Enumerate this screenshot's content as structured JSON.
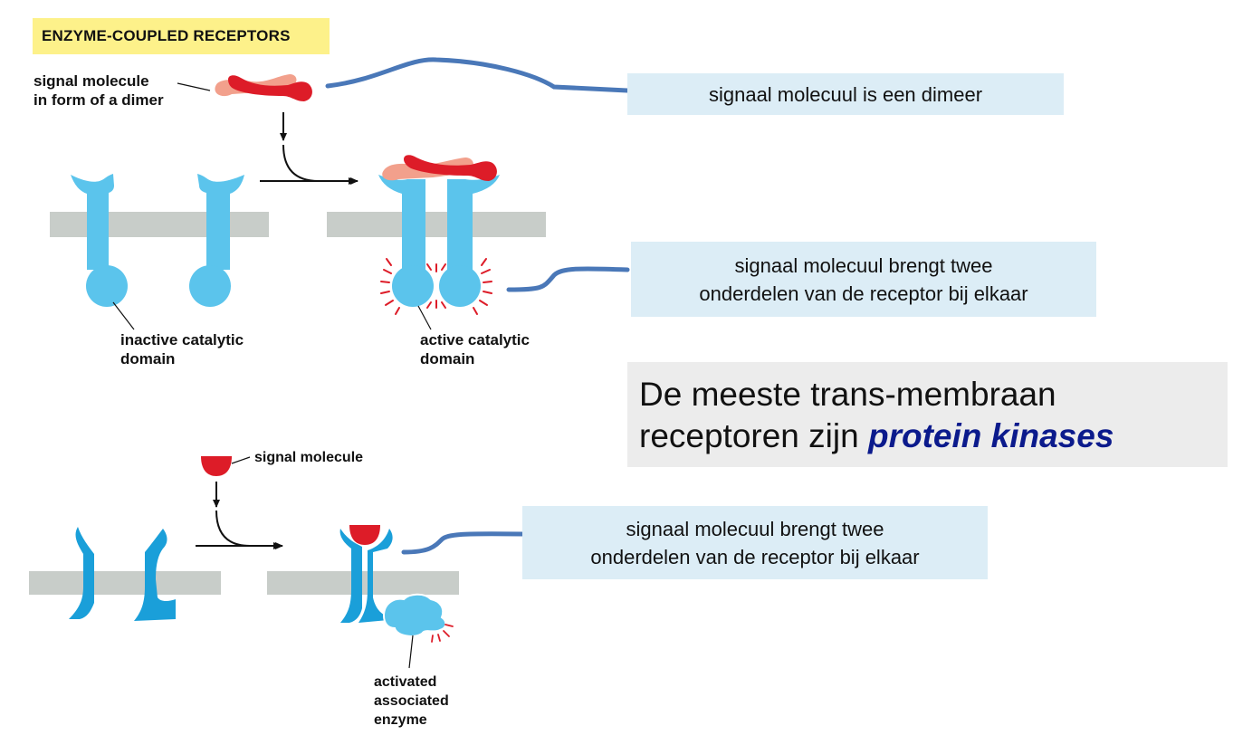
{
  "title": "ENZYME-COUPLED RECEPTORS",
  "labels": {
    "signal_dimer_line1": "signal molecule",
    "signal_dimer_line2": "in form of a dimer",
    "inactive_line1": "inactive catalytic",
    "inactive_line2": "domain",
    "active_line1": "active catalytic",
    "active_line2": "domain",
    "signal_molecule": "signal molecule",
    "activated_line1": "activated",
    "activated_line2": "associated",
    "activated_line3": "enzyme"
  },
  "callouts": {
    "dimer": "signaal molecuul is een dimeer",
    "brings_together_1_line1": "signaal molecuul brengt twee",
    "brings_together_1_line2": "onderdelen van de receptor bij elkaar",
    "brings_together_2_line1": "signaal molecuul brengt twee",
    "brings_together_2_line2": "onderdelen van de receptor bij elkaar"
  },
  "main_statement": {
    "line1": "De meeste trans-membraan",
    "line2_plain": "receptoren zijn ",
    "line2_emphasis": "protein kinases"
  },
  "colors": {
    "receptor": "#5bc4ec",
    "receptor_dark": "#1a9fd9",
    "membrane": "#c8cdc9",
    "signal_red": "#dd1c28",
    "signal_pink": "#f2a08c",
    "connector_blue": "#4a78b8",
    "callout_bg": "#dcedf6",
    "statement_bg": "#ececec",
    "emphasis_text": "#0b1a8c",
    "title_bg": "#fdf18a"
  }
}
